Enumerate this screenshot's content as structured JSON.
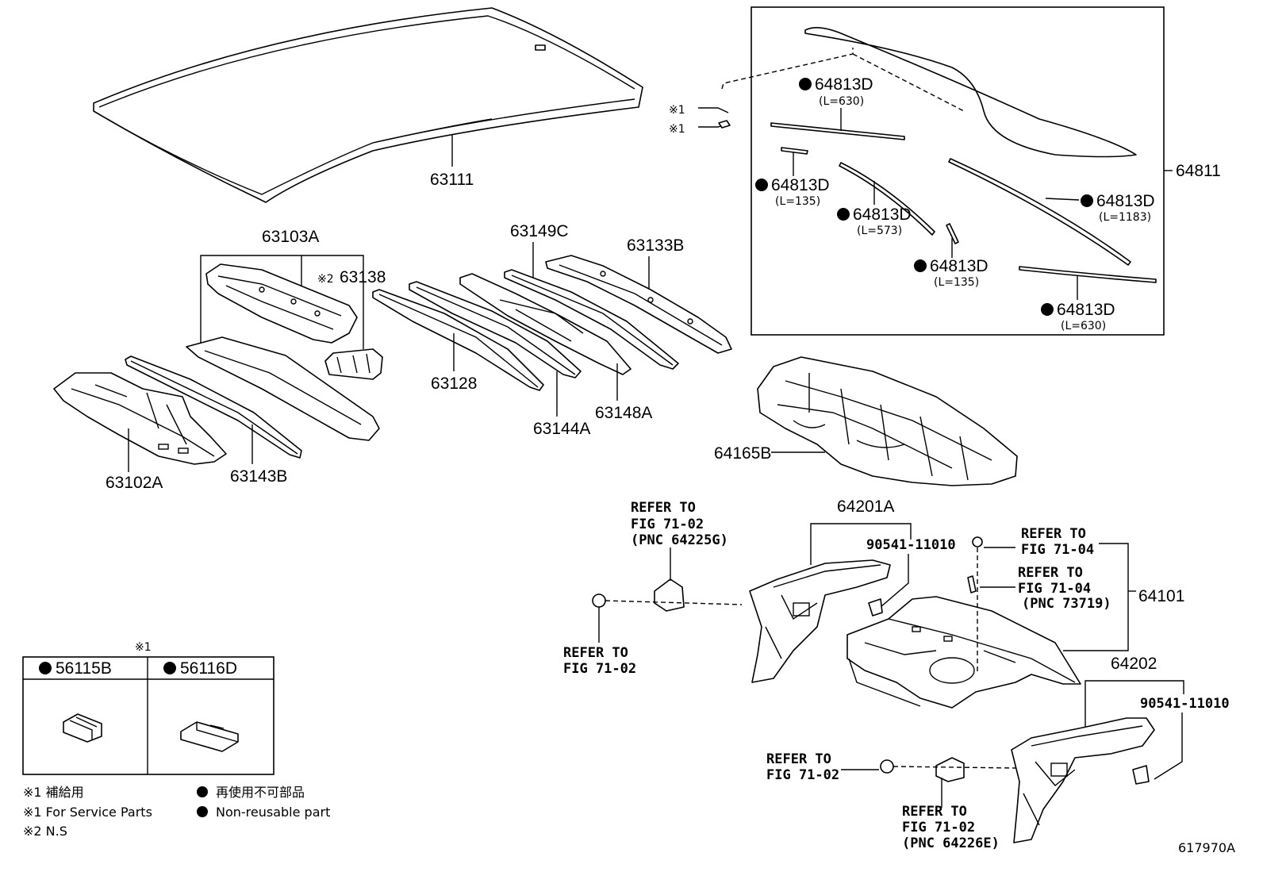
{
  "labels": {
    "p63111": "63111",
    "p63103A": "63103A",
    "p63138": "63138",
    "p63138_mark": "※2",
    "p63149C": "63149C",
    "p63133B": "63133B",
    "p63128": "63128",
    "p63144A": "63144A",
    "p63148A": "63148A",
    "p63102A": "63102A",
    "p63143B": "63143B",
    "p64165B": "64165B",
    "p64811": "64811",
    "p64201A": "64201A",
    "p64101": "64101",
    "p64202": "64202",
    "p90541_a": "90541-11010",
    "p90541_b": "90541-11010",
    "mark1a": "※1",
    "mark1b": "※1"
  },
  "moldings": [
    {
      "pnc": "64813D",
      "length": "(L=630)"
    },
    {
      "pnc": "64813D",
      "length": "(L=135)"
    },
    {
      "pnc": "64813D",
      "length": "(L=573)"
    },
    {
      "pnc": "64813D",
      "length": "(L=1183)"
    },
    {
      "pnc": "64813D",
      "length": "(L=135)"
    },
    {
      "pnc": "64813D",
      "length": "(L=630)"
    }
  ],
  "refs": {
    "r1": [
      "REFER TO",
      "FIG 71-02",
      "(PNC 64225G)"
    ],
    "r2": [
      "REFER TO",
      "FIG 71-02"
    ],
    "r3": [
      "REFER TO",
      "FIG 71-04"
    ],
    "r4": [
      "REFER TO",
      "FIG 71-04",
      "(PNC 73719)"
    ],
    "r5": [
      "REFER TO",
      "FIG 71-02"
    ],
    "r6": [
      "REFER TO",
      "FIG 71-02",
      "(PNC 64226E)"
    ]
  },
  "legend_box": {
    "title_mark": "※1",
    "left": "56115B",
    "right": "56116D"
  },
  "notes": {
    "n1": "※1 補給用",
    "n2": "※1 For Service Parts",
    "n3": "※2 N.S",
    "n4": "再使用不可部品",
    "n5": "Non-reusable part"
  },
  "figure_id": "617970A"
}
